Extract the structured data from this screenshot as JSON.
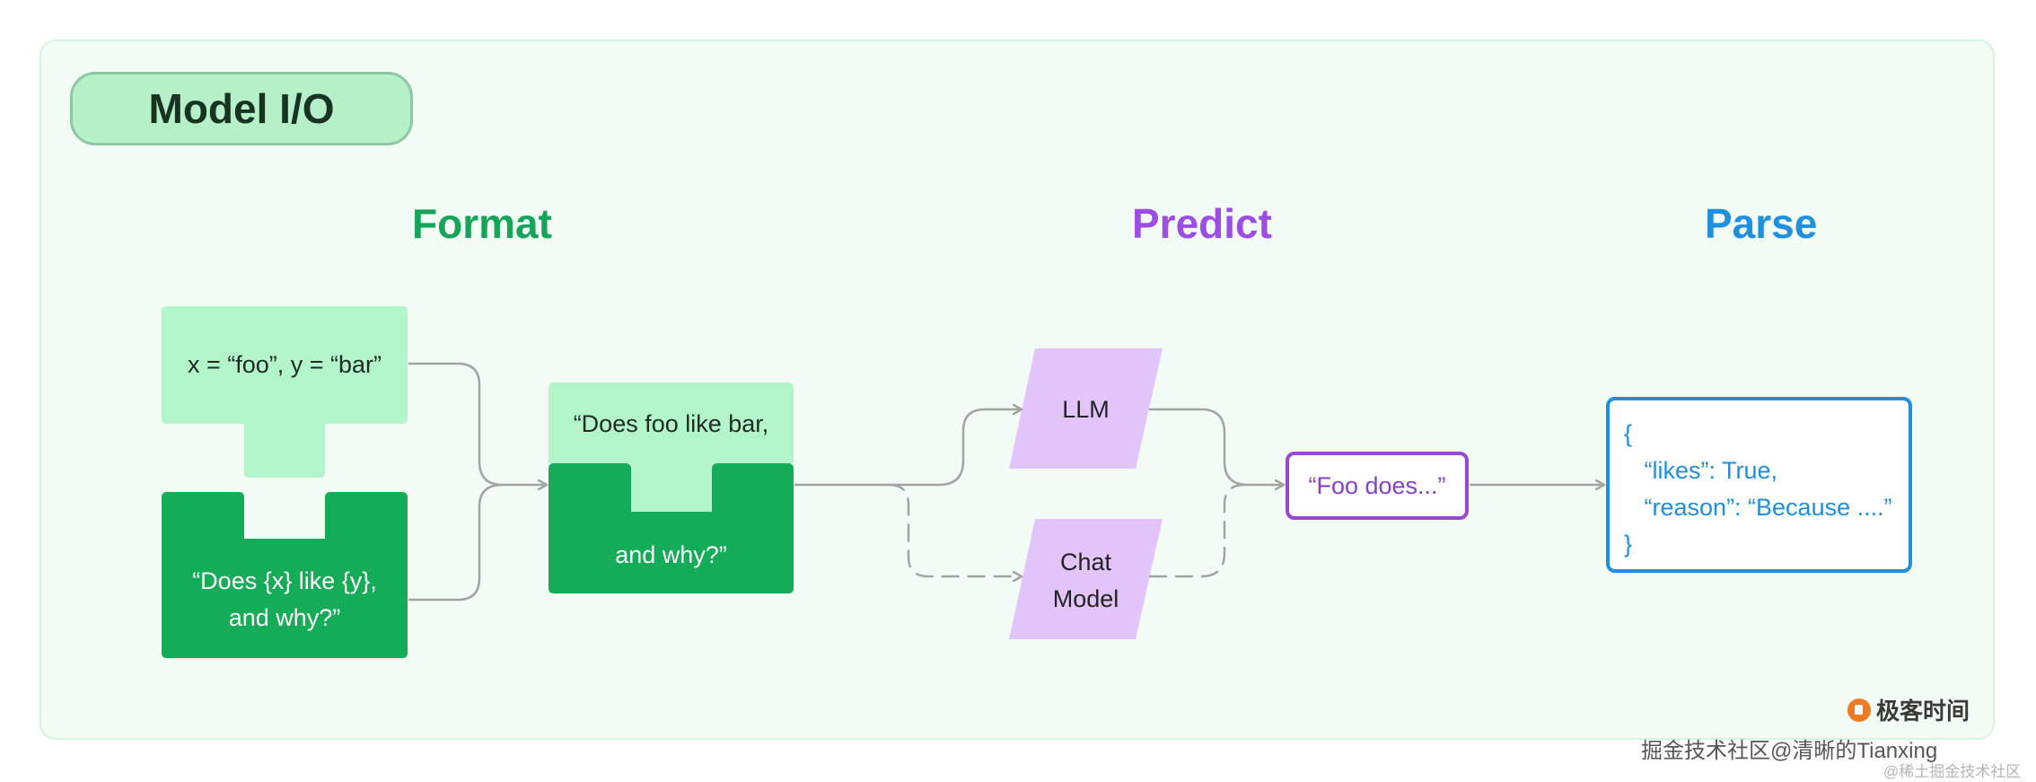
{
  "title": "Model I/O",
  "stages": {
    "format": "Format",
    "predict": "Predict",
    "parse": "Parse"
  },
  "format": {
    "variables": "x = “foo”, y = “bar”",
    "template": "“Does {x} like {y},\nand why?”",
    "prompt_top": "“Does foo like bar,",
    "prompt_bottom": "and why?”"
  },
  "predict": {
    "llm": "LLM",
    "chat_model": "Chat\nModel",
    "output": "“Foo does...”"
  },
  "parse": {
    "lines": [
      "{",
      "   “likes”: True,",
      "   “reason”: “Because ....”",
      "}"
    ]
  },
  "branding": {
    "logo_text": "极客时间",
    "watermark": "掘金技术社区@清晰的Tianxing",
    "watermark_small": "@稀土掘金技术社区"
  },
  "colors": {
    "format": "#16a558",
    "format_light": "#b3f5cb",
    "predict": "#9b4de6",
    "predict_fill": "#e2c4fa",
    "parse": "#1f8fe0",
    "connector": "#a3a3a3"
  }
}
